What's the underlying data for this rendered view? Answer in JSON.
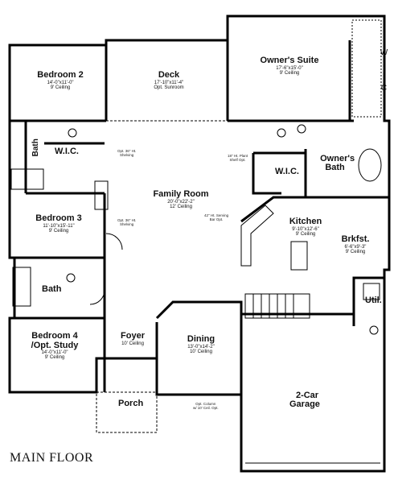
{
  "plan": {
    "title": "MAIN FLOOR",
    "rooms": {
      "bedroom2": {
        "name": "Bedroom 2",
        "dims": "14'-0\"x11'-0\"",
        "ceiling": "9' Ceiling"
      },
      "deck": {
        "name": "Deck",
        "dims": "17'-10\"x11'-4\"",
        "ceiling": "Opt. Sunroom"
      },
      "owners_suite": {
        "name": "Owner's Suite",
        "dims": "17'-6\"x15'-0\"",
        "ceiling": "9' Ceiling"
      },
      "wic_owner": {
        "name": "W.I.C."
      },
      "bath_upper": {
        "name": "Bath"
      },
      "wic_left": {
        "name": "W.I.C."
      },
      "owners_bath": {
        "name": "Owner's\nBath"
      },
      "wic_center": {
        "name": "W.I.C."
      },
      "family_room": {
        "name": "Family Room",
        "dims": "20'-0\"x22'-2\"",
        "ceiling": "12' Ceiling"
      },
      "bedroom3": {
        "name": "Bedroom 3",
        "dims": "11'-10\"x15'-11\"",
        "ceiling": "9' Ceiling"
      },
      "kitchen": {
        "name": "Kitchen",
        "dims": "9'-10\"x12'-6\"",
        "ceiling": "9' Ceiling"
      },
      "brkfst": {
        "name": "Brkfst.",
        "dims": "6'-6\"x9'-3\"",
        "ceiling": "9' Ceiling"
      },
      "bath_lower": {
        "name": "Bath"
      },
      "util": {
        "name": "Util."
      },
      "bedroom4": {
        "name": "Bedroom 4\n/Opt. Study",
        "dims": "14'-0\"x11'-0\"",
        "ceiling": "9' Ceiling"
      },
      "foyer": {
        "name": "Foyer",
        "ceiling": "10' Ceiling"
      },
      "dining": {
        "name": "Dining",
        "dims": "13'-0\"x14'-2\"",
        "ceiling": "10' Ceiling"
      },
      "garage": {
        "name": "2-Car\nGarage"
      },
      "porch": {
        "name": "Porch"
      }
    },
    "notes": {
      "opt_fireplace_top": "Opt. 36\" Ht.\nShelving",
      "opt_fireplace_bottom": "Opt. 36\" Ht.\nShelving",
      "plant_shelf": "18\" Ht. Plant\nShelf Opt.",
      "opt_serve_bar": "42\" Ht. Serving\nBar Opt.",
      "porch_note": "Opt. Column\nw/ 10' Ceil. Opt."
    }
  }
}
